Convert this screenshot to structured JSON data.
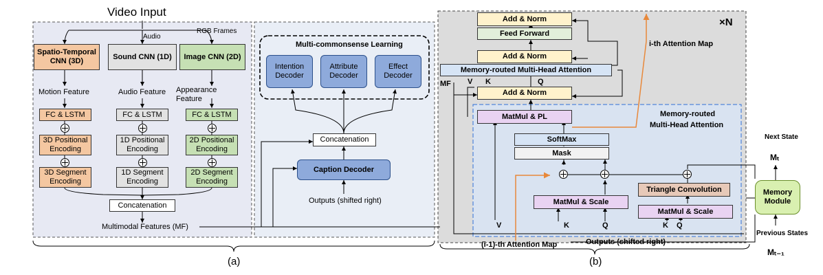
{
  "part_a": {
    "video_input": "Video Input",
    "audio": "Audio",
    "rgb_frames": "RGB Frames",
    "spatio_temporal_cnn": "Spatio-Temporal CNN (3D)",
    "sound_cnn": "Sound CNN (1D)",
    "image_cnn": "Image CNN (2D)",
    "motion_feature": "Motion Feature",
    "audio_feature": "Audio Feature",
    "appearance_feature": "Appearance Feature",
    "fc_lstm": "FC & LSTM",
    "pos_3d": "3D Positional Encoding",
    "pos_1d": "1D Positional Encoding",
    "pos_2d": "2D Positional Encoding",
    "seg_3d": "3D Segment Encoding",
    "seg_1d": "1D Segment Encoding",
    "seg_2d": "2D Segment Encoding",
    "concatenation": "Concatenation",
    "multimodal_features": "Multimodal Features (MF)",
    "multi_commonsense": "Multi-commonsense Learning",
    "intention_decoder": "Intention Decoder",
    "attribute_decoder": "Attribute Decoder",
    "effect_decoder": "Effect Decoder",
    "concatenation2": "Concatenation",
    "caption_decoder": "Caption Decoder",
    "outputs_shifted": "Outputs (shifted right)",
    "label": "(a)"
  },
  "part_b": {
    "times_n": "×N",
    "add_norm": "Add & Norm",
    "feed_forward": "Feed Forward",
    "i_th_attention_map": "i-th Attention Map",
    "mrmha": "Memory-routed Multi-Head Attention",
    "mf": "MF",
    "v": "V",
    "k": "K",
    "q": "Q",
    "matmul_pl": "MatMul & PL",
    "mrmha_region": "Memory-routed Multi-Head Attention",
    "softmax": "SoftMax",
    "mask": "Mask",
    "triangle_conv": "Triangle Convolution",
    "matmul_scale": "MatMul & Scale",
    "prev_attention_map": "(i-1)-th Attention Map",
    "outputs_shifted": "Outputs (shifted right)",
    "memory_module": "Memory Module",
    "next_state": "Next State",
    "m_t": "Mₜ",
    "previous_states": "Previous States",
    "m_t_minus_1": "Mₜ₋₁",
    "label": "(b)"
  }
}
